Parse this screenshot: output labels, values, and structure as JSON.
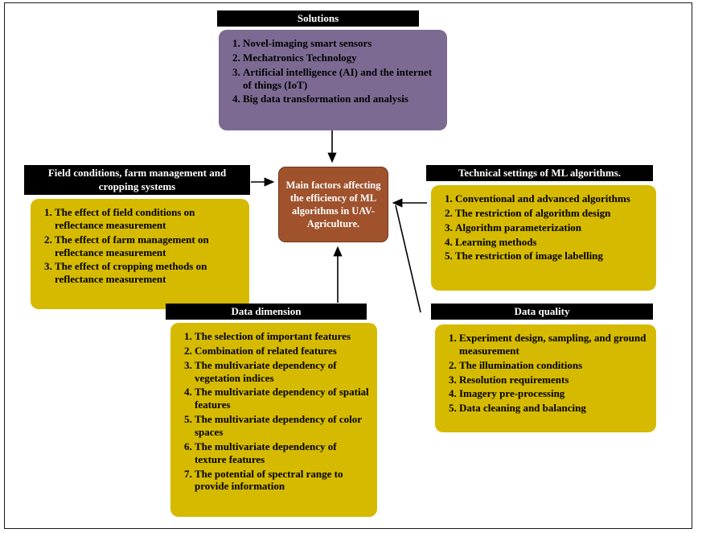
{
  "center": {
    "title": "Main factors affecting the efficiency of ML algorithms in UAV-Agriculture."
  },
  "solutions": {
    "title": "Solutions",
    "items": [
      "Novel-imaging smart sensors",
      "Mechatronics Technology",
      "Artificial intelligence (AI) and the internet of things (IoT)",
      "Big data transformation and analysis"
    ]
  },
  "field_conditions": {
    "title": "Field conditions, farm management and cropping systems",
    "items": [
      "The effect of field conditions on reflectance measurement",
      "The effect of farm management on reflectance measurement",
      "The effect of cropping methods on reflectance measurement"
    ]
  },
  "technical_settings": {
    "title": "Technical settings of ML algorithms.",
    "items": [
      "Conventional and advanced algorithms",
      "The restriction of algorithm design",
      "Algorithm parameterization",
      "Learning methods",
      "The restriction of image labelling"
    ]
  },
  "data_dimension": {
    "title": "Data dimension",
    "items": [
      "The selection of important features",
      "Combination of related features",
      "The multivariate dependency of vegetation indices",
      "The multivariate dependency of spatial features",
      "The multivariate dependency of color spaces",
      "The multivariate dependency of texture features",
      "The potential of spectral range to provide information"
    ]
  },
  "data_quality": {
    "title": "Data quality",
    "items": [
      "Experiment design, sampling, and ground measurement",
      "The illumination conditions",
      "Resolution requirements",
      "Imagery pre-processing",
      "Data cleaning and balancing"
    ]
  },
  "colors": {
    "header_bg": "#000000",
    "header_text": "#ffffff",
    "solutions_panel": "#7c6a93",
    "factor_panels": "#d6ba00",
    "center_box": "#a0522d",
    "arrows": "#000000"
  }
}
